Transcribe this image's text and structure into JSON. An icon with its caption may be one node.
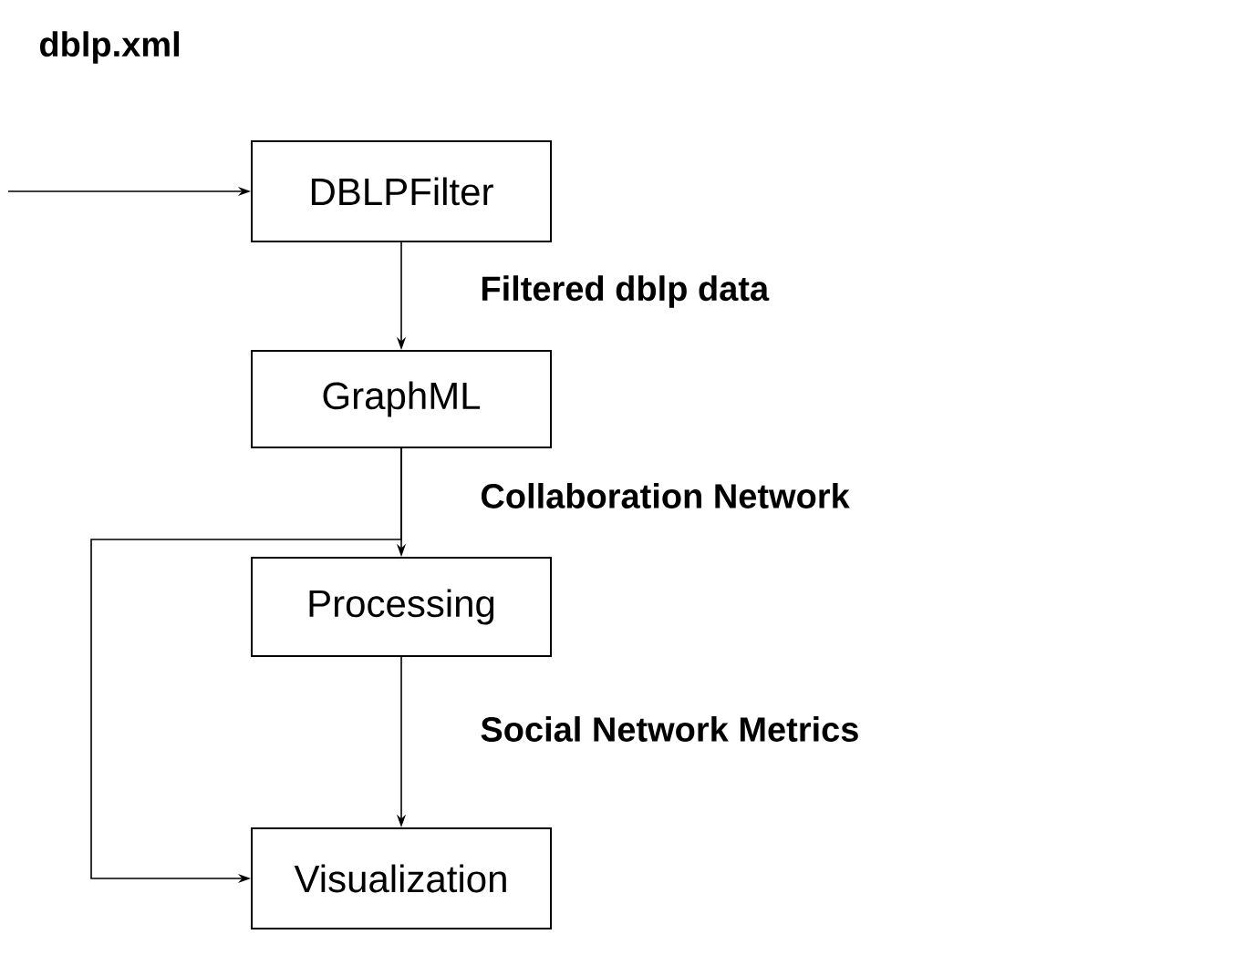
{
  "diagram": {
    "nodes": [
      {
        "text": [
          "DBLPFilter"
        ]
      },
      {
        "text": [
          "GraphML"
        ]
      },
      {
        "text": [
          "Processing"
        ]
      },
      {
        "text": [
          "Visualization"
        ]
      }
    ],
    "edges": [
      {
        "from": null,
        "to": 0,
        "arrow": "to"
      },
      {
        "from": 0,
        "to": 1,
        "arrow": "to",
        "label": "Filtered dblp data"
      },
      {
        "from": 1,
        "to": 2,
        "arrow": "to",
        "label": "Collaboration Network"
      },
      {
        "from": 1,
        "to": 3,
        "arrow": "to"
      },
      {
        "from": 2,
        "to": 3,
        "arrow": "to",
        "label": "Social Network Metrics"
      }
    ],
    "labels": [
      "dblp.xml"
    ]
  }
}
